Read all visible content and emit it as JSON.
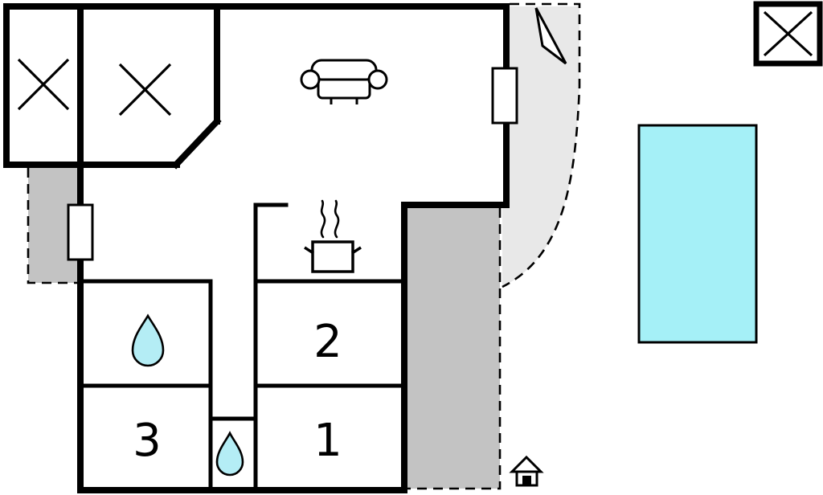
{
  "colors": {
    "wall": "#000000",
    "pool": "#a5f0f7",
    "drop": "#b4edf5",
    "terrace_gray": "#c3c3c3",
    "patio_light_gray": "#e8e8e8",
    "window_fill": "#ffffff",
    "icon_fill": "#ffffff",
    "label_text": "#000000"
  },
  "rooms": {
    "room1": {
      "label": "1"
    },
    "room2": {
      "label": "2"
    },
    "room3": {
      "label": "3"
    }
  },
  "icons": {
    "sofa": "sofa-top-view-icon",
    "stove": "steaming-pot-icon",
    "drop_large": "water-drop-icon",
    "drop_small": "water-drop-icon",
    "north_arrow": "north-arrow-icon",
    "house_marker": "house-entrance-icon",
    "x_room_left": "crossed-area-icon",
    "x_room_mid": "crossed-area-icon",
    "x_outbuilding": "crossed-area-icon",
    "pool": "swimming-pool"
  }
}
